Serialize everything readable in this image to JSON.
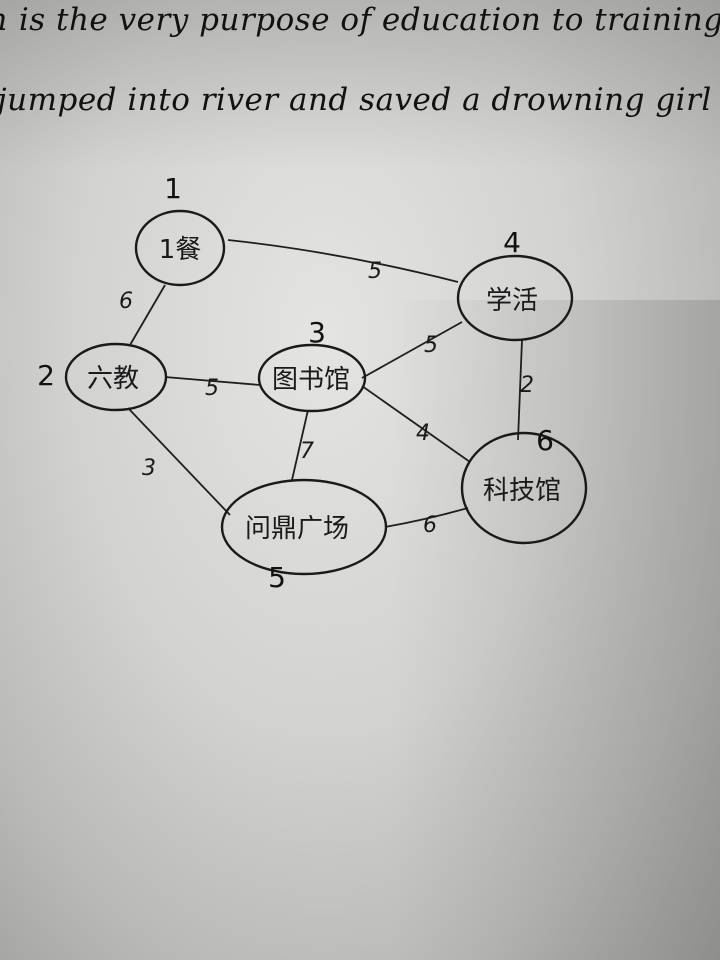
{
  "handwriting": {
    "line1": "h is the very purpose of education to training",
    "line2": "jumped into river and saved a drowning girl ."
  },
  "graph": {
    "nodes": [
      {
        "id": "n1",
        "label": "1餐",
        "number": "1"
      },
      {
        "id": "n2",
        "label": "六教",
        "number": "2"
      },
      {
        "id": "n3",
        "label": "图书馆",
        "number": "3"
      },
      {
        "id": "n4",
        "label": "学活",
        "number": "4"
      },
      {
        "id": "n5",
        "label": "问鼎广场",
        "number": "5"
      },
      {
        "id": "n6",
        "label": "科技馆",
        "number": "6"
      }
    ],
    "edges": [
      {
        "from": "n1",
        "to": "n2",
        "weight": "6"
      },
      {
        "from": "n1",
        "to": "n4",
        "weight": "5"
      },
      {
        "from": "n2",
        "to": "n3",
        "weight": "5"
      },
      {
        "from": "n2",
        "to": "n5",
        "weight": "3"
      },
      {
        "from": "n3",
        "to": "n4",
        "weight": "5"
      },
      {
        "from": "n3",
        "to": "n5",
        "weight": "7"
      },
      {
        "from": "n3",
        "to": "n6",
        "weight": "4"
      },
      {
        "from": "n4",
        "to": "n6",
        "weight": "2"
      },
      {
        "from": "n5",
        "to": "n6",
        "weight": "6"
      }
    ]
  }
}
